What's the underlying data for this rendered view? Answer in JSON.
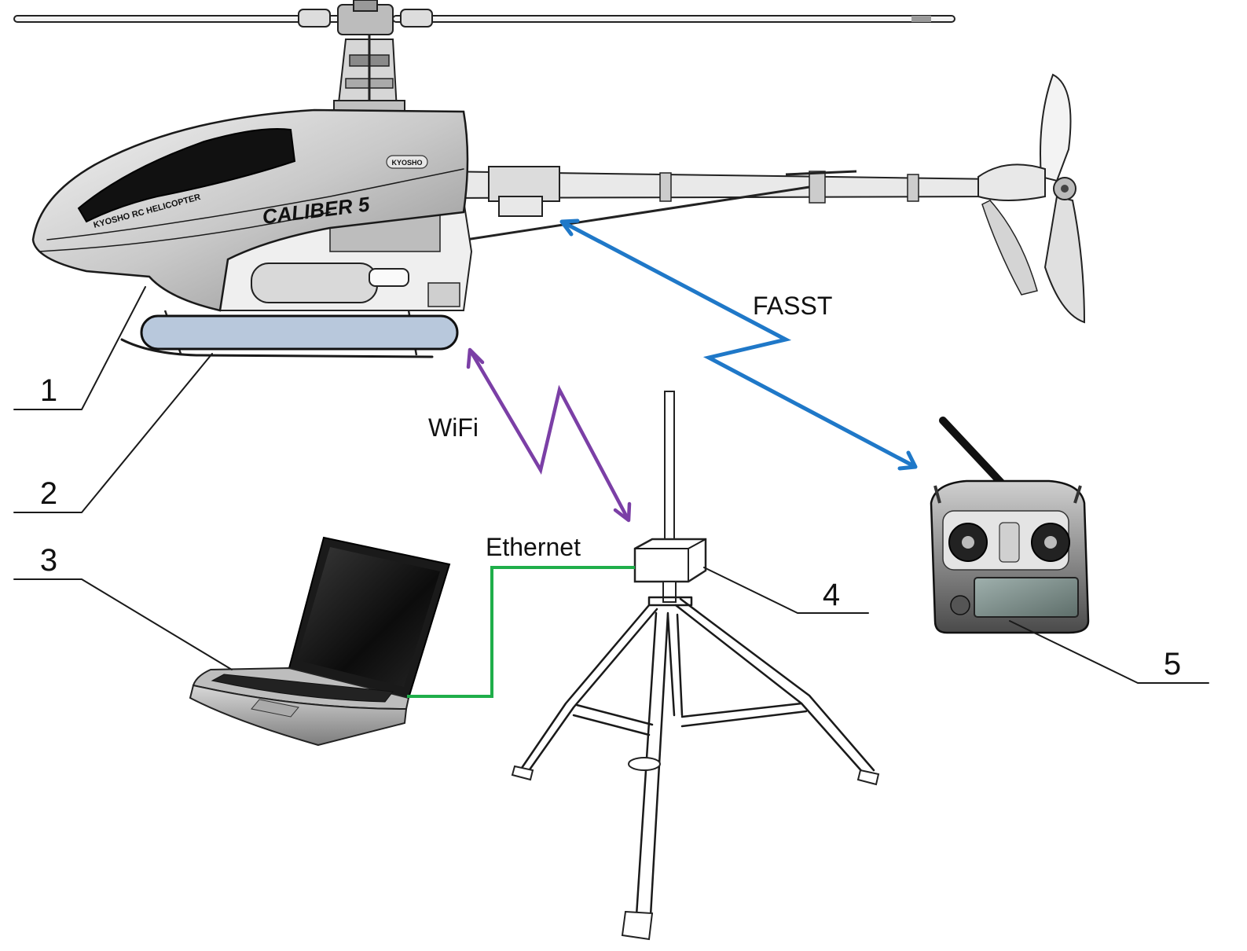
{
  "callouts": {
    "helicopter": "1",
    "onboard_unit": "2",
    "laptop": "3",
    "base_station": "4",
    "remote_control": "5"
  },
  "links": {
    "wifi": "WiFi",
    "fasst": "FASST",
    "ethernet": "Ethernet"
  },
  "helicopter_decals": {
    "model": "CALIBER 5",
    "maker_line": "KYOSHO RC HELICOPTER",
    "badge": "KYOSHO"
  },
  "colors": {
    "wifi": "#7b3fa6",
    "fasst": "#1f78c8",
    "ethernet": "#1fae4a",
    "onboard_unit_fill": "#b8c8dc"
  }
}
